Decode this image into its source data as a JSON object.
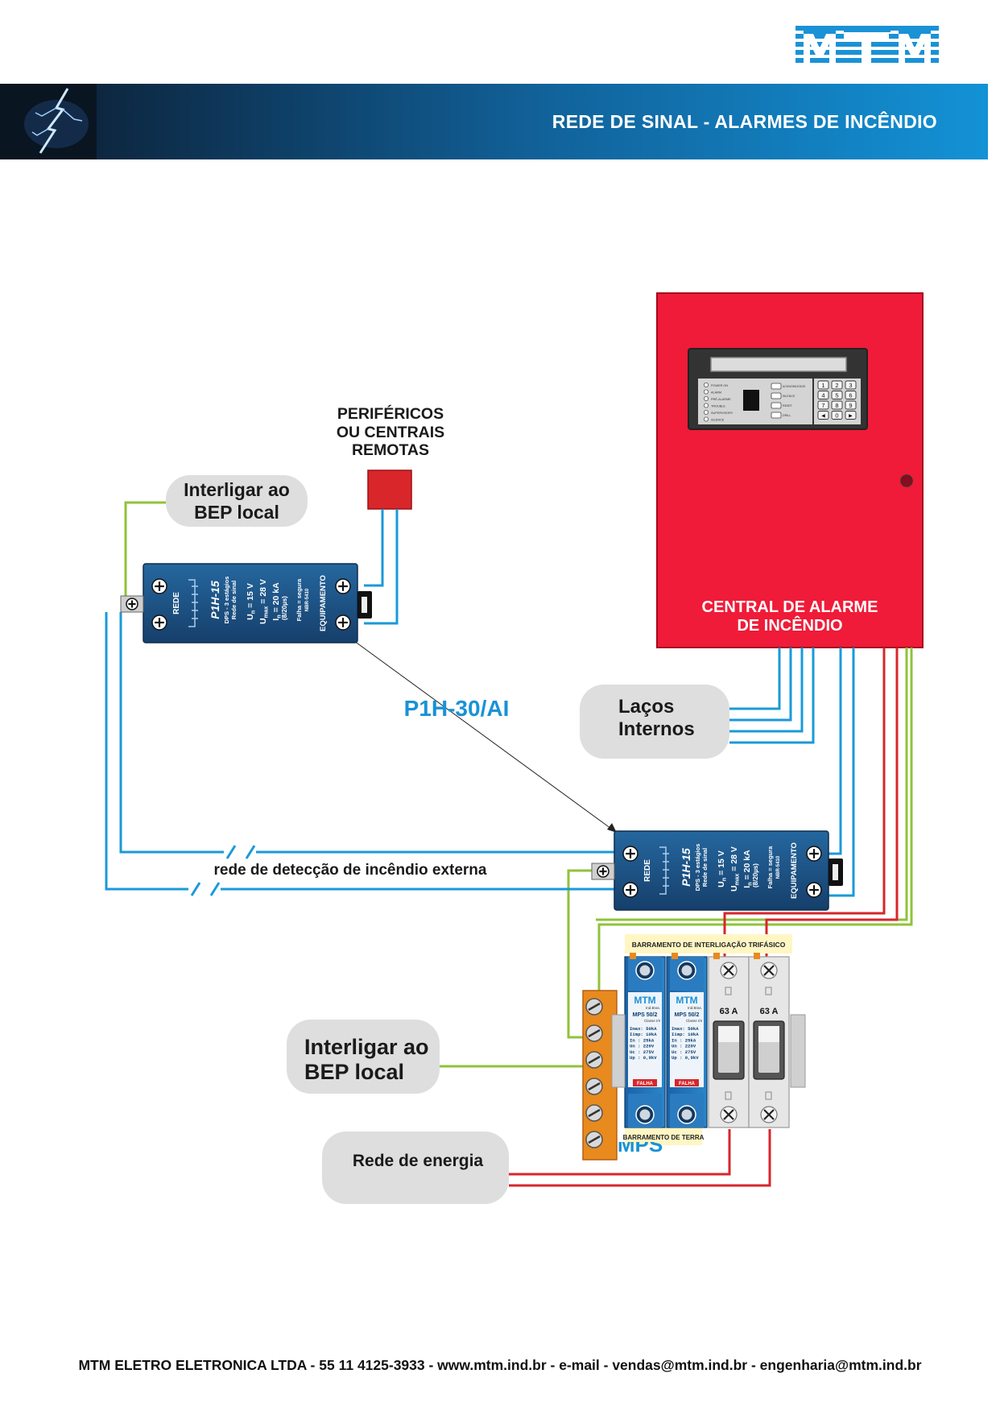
{
  "header": {
    "logo_text": "MTM",
    "title": "REDE DE SINAL - ALARMES DE INCÊNDIO"
  },
  "labels": {
    "peripherals": [
      "PERIFÉRICOS",
      "OU CENTRAIS",
      "REMOTAS"
    ],
    "bep_top": [
      "Interligar ao",
      "BEP local"
    ],
    "central": [
      "CENTRAL DE ALARME",
      "DE INCÊNDIO"
    ],
    "p1h_30": "P1H-30/AI",
    "lacos": [
      "Laços",
      "Internos"
    ],
    "external_network": "rede de detecção de incêndio externa",
    "bep_bottom": [
      "Interligar ao",
      "BEP local"
    ],
    "rede_energia": "Rede de energia",
    "mps_partial": "MPS"
  },
  "dps_module": {
    "model": "P1H-15",
    "desc": [
      "DPS - 3 estágios",
      "Rede de sinal"
    ],
    "rede": "REDE",
    "equipamento": "EQUIPAMENTO",
    "un": "U",
    "un_sub": "n",
    "un_val": "=  15 V",
    "umax": "U",
    "umax_sub": "max",
    "umax_val": "=  28 V",
    "in": "I",
    "in_sub": "n",
    "in_val": "= 20 kA",
    "in_wave": "(8/20µs)",
    "falha": "Falha = segura",
    "nbr": "NBR-5410"
  },
  "panel": {
    "leds": [
      "POWER ON",
      "ALARM",
      "PRÉ-ALARME",
      "TROUBLE",
      "SUPERVISORY",
      "SILENCE"
    ],
    "buttons": [
      "ACKNOWLEDGE",
      "SILENCE",
      "RESET",
      "DRILL"
    ],
    "keys": [
      "1",
      "2",
      "3",
      "4",
      "5",
      "6",
      "7",
      "8",
      "9",
      "◄",
      "0",
      "►"
    ]
  },
  "mps": {
    "barramento_top": "BARRAMENTO DE INTERLIGAÇÃO TRIFÁSICO",
    "barramento_bottom": "BARRAMENTO DE TERRA",
    "brand": "MTM",
    "brand_sub": "Ind.Bras.",
    "model": "MPS 50/2",
    "classe": "Classe I/II",
    "specs": [
      "Imax:  50kA",
      "Iimp:  10kA",
      "In   :  25kA",
      "Un  :  220V",
      "Uc  :  275V",
      "Up  :  0,9kV"
    ],
    "falha": "FALHA",
    "breaker_rating": "63 A"
  },
  "footer": "MTM ELETRO ELETRONICA LTDA - 55 11 4125-3933 - www.mtm.ind.br - e-mail - vendas@mtm.ind.br - engenharia@mtm.ind.br",
  "colors": {
    "signal_wire": "#1a9ad8",
    "ground_wire": "#8fc33a",
    "power_wire": "#d7262b",
    "central_panel": "#ef1b38",
    "dps_body": "#1c5c95",
    "banner_end": "#1392d6"
  }
}
